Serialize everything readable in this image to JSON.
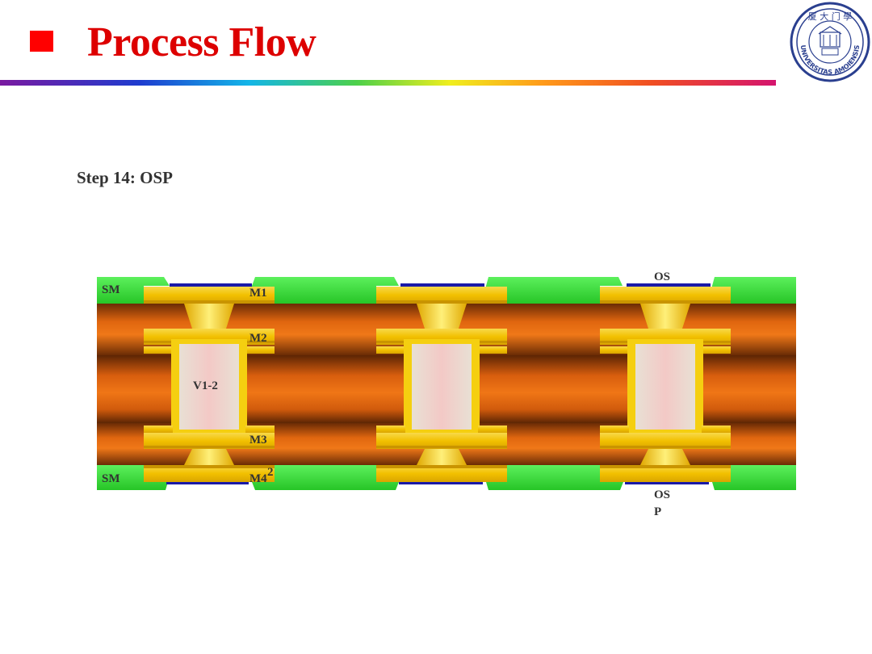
{
  "slide": {
    "title": "Process Flow",
    "step": "Step 14: OSP"
  },
  "logo": {
    "text": "UNIVERSITAS AMOIENSIS",
    "chars": "厦大门學"
  },
  "diagram": {
    "labels": {
      "sm_top": "SM",
      "sm_bottom": "SM",
      "m1": "M1",
      "m2": "M2",
      "m3": "M3",
      "m4": "M4",
      "m4_sup": "2",
      "via": "V1-2",
      "osp_top": "OS",
      "osp_bottom_1": "OS",
      "osp_bottom_2": "P"
    },
    "colors": {
      "solder_mask": "#3ee33e",
      "laminate": "#e86a12",
      "copper": "#f6c400",
      "osp": "#1a1aa8",
      "via_fill": "#e8ddd2"
    },
    "via_count": 3
  }
}
